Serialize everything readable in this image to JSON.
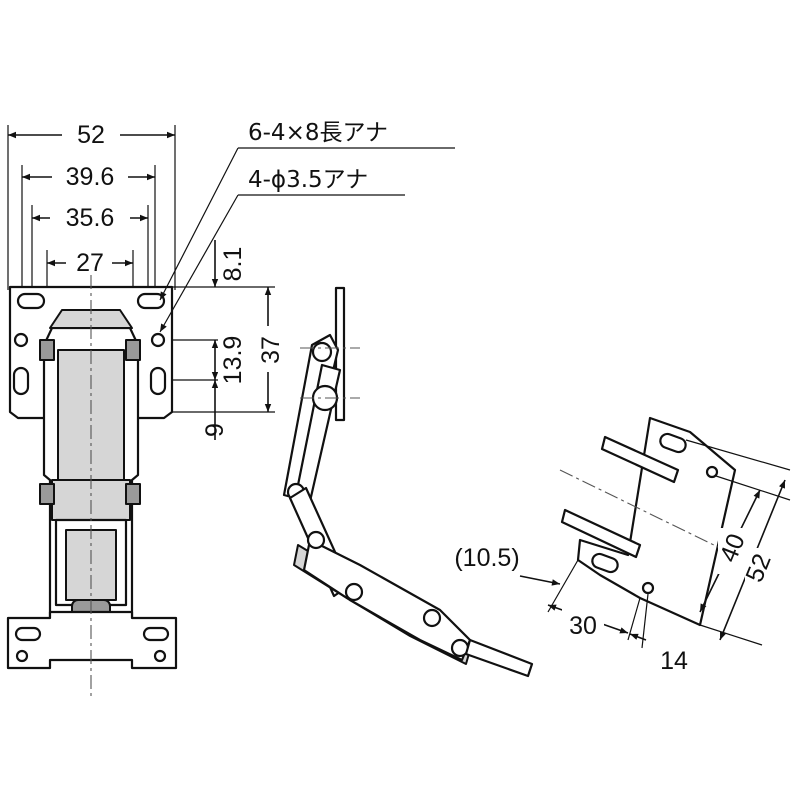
{
  "dimensions": {
    "front_width": "52",
    "front_39_6": "39.6",
    "front_35_6": "35.6",
    "front_27": "27",
    "side_8_1": "8.1",
    "side_13_9": "13.9",
    "side_37": "37",
    "side_9": "9",
    "mount_10_5": "(10.5)",
    "mount_30": "30",
    "mount_14": "14",
    "mount_40": "40",
    "mount_52": "52"
  },
  "notes": {
    "slot_holes": "6-4×8長アナ",
    "round_holes": "4-ϕ3.5アナ"
  }
}
